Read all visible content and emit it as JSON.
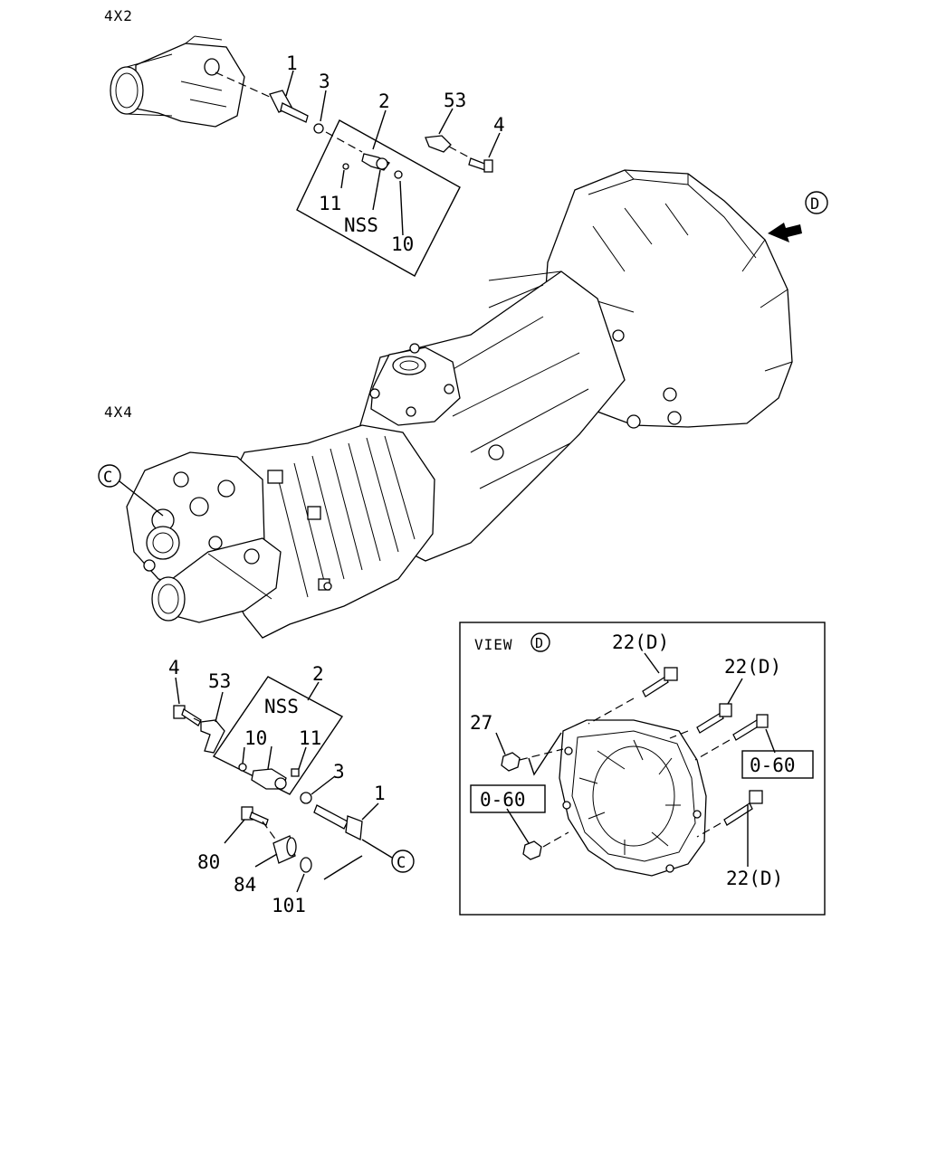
{
  "sections": {
    "top": "4X2",
    "middle": "4X4"
  },
  "view_box": {
    "title": "VIEW",
    "marker": "D"
  },
  "callouts": {
    "c1": "1",
    "c3": "3",
    "c2": "2",
    "c53": "53",
    "c4": "4",
    "c11": "11",
    "nss": "NSS",
    "c10": "10",
    "m_c": "C",
    "m_d": "D",
    "b4": "4",
    "b53": "53",
    "b2": "2",
    "bnss": "NSS",
    "b10": "10",
    "b11": "11",
    "b3": "3",
    "b1": "1",
    "b80": "80",
    "b84": "84",
    "b101": "101",
    "b_c": "C",
    "v22a": "22(D)",
    "v22b": "22(D)",
    "v22c": "22(D)",
    "v27": "27",
    "v060a": "0-60",
    "v060b": "0-60"
  }
}
